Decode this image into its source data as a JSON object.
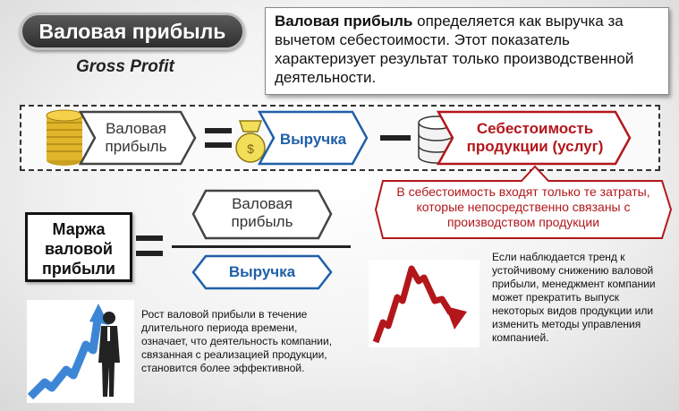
{
  "title": "Валовая прибыль",
  "subtitle": "Gross Profit",
  "definition": {
    "bold": "Валовая прибыль",
    "rest": " определяется как выручка за вычетом себестоимости. Этот показатель характеризует результат только производственной деятельности."
  },
  "formula": {
    "gross_profit_line1": "Валовая",
    "gross_profit_line2": "прибыль",
    "revenue": "Выручка",
    "cost_line1": "Себестоимость",
    "cost_line2": "продукции (услуг)"
  },
  "cost_note": "В себестоимость входят только те затраты, которые непосредственно связаны с производством продукции",
  "margin": {
    "label_line1": "Маржа",
    "label_line2": "валовой",
    "label_line3": "прибыли",
    "numerator_line1": "Валовая",
    "numerator_line2": "прибыль",
    "denominator": "Выручка"
  },
  "growth_text": "Рост валовой прибыли в течение длительного периода времени, означает, что деятельность компании, связанная с реализацией продукции, становится более эффективной.",
  "decline_text": "Если наблюдается тренд к устойчивому снижению валовой прибыли, менеджмент компании может прекратить выпуск некоторых видов продукции или изменить методы управления компанией.",
  "colors": {
    "red": "#b3171b",
    "blue": "#1f5fa8",
    "dark": "#333333"
  },
  "icons": [
    "coins-icon",
    "money-bag-icon",
    "database-icon",
    "growth-arrow-icon",
    "businessman-icon",
    "decline-arrow-icon"
  ]
}
